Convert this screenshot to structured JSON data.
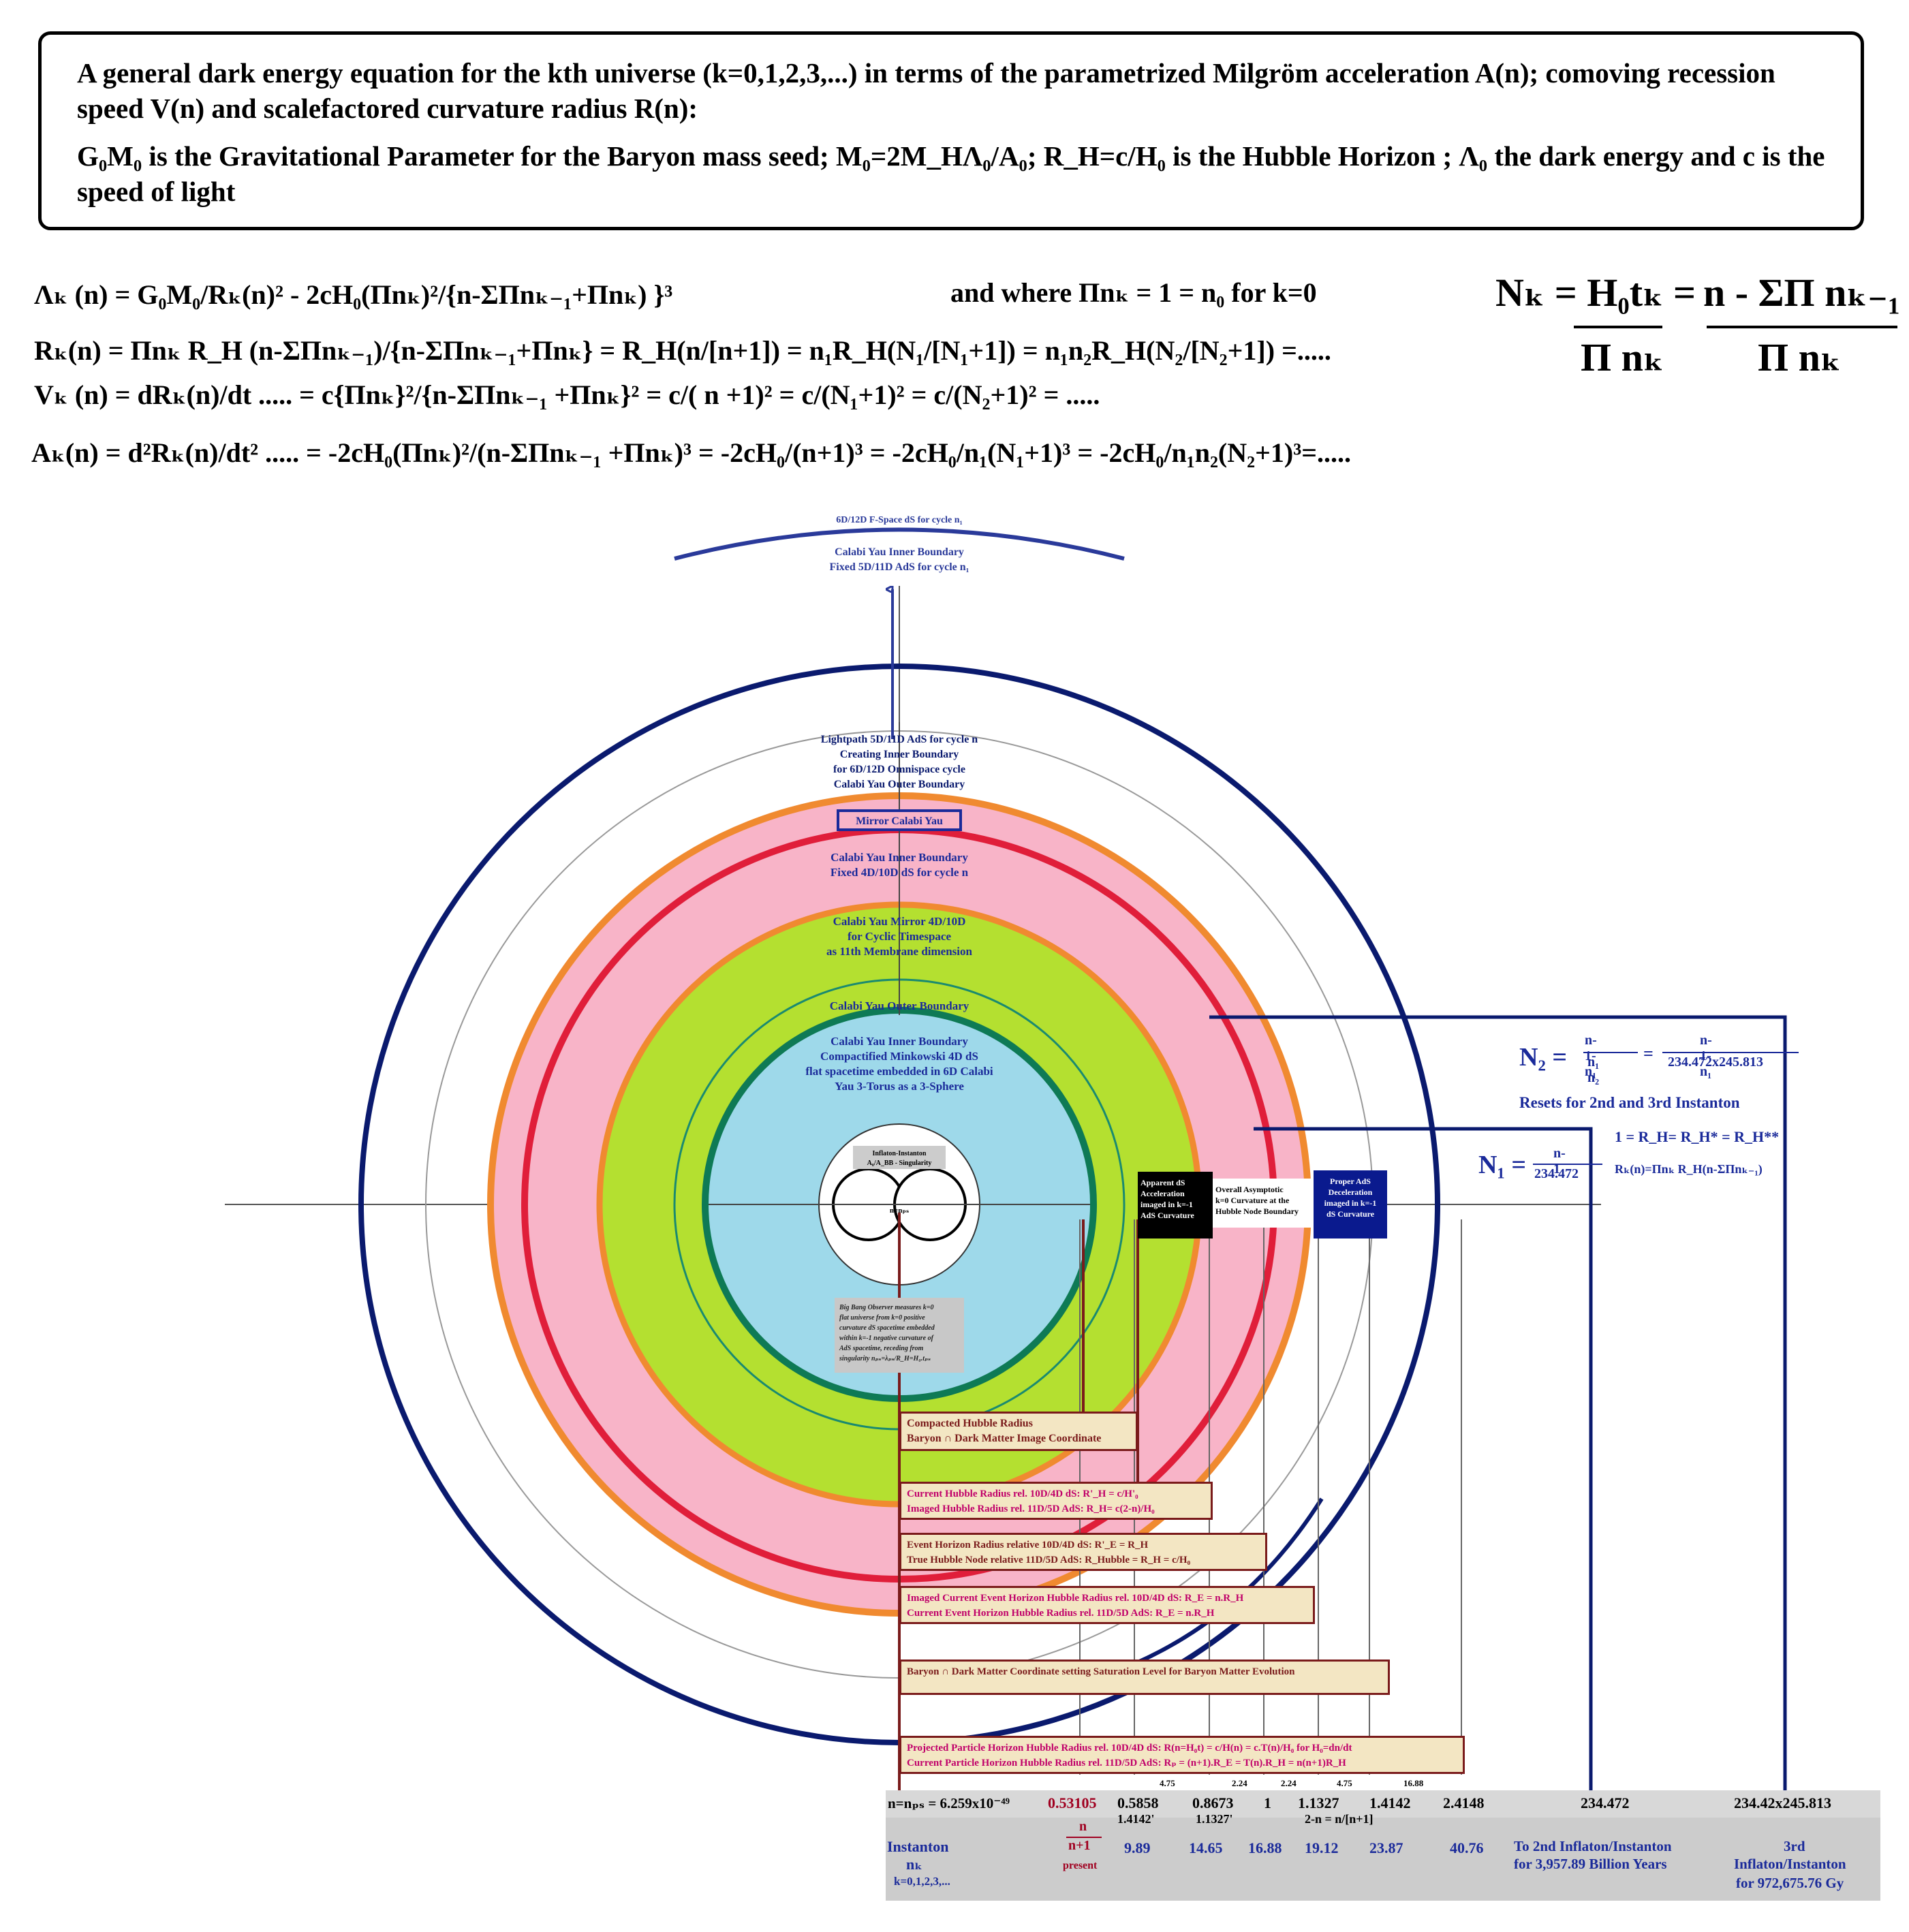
{
  "header": {
    "line1": "A general dark energy equation for the kth universe (k=0,1,2,3,...) in terms of the parametrized Milgröm acceleration A(n); comoving recession speed V(n) and scalefactored curvature radius R(n):",
    "line2": "G₀M₀ is the Gravitational Parameter for the Baryon mass seed; M₀=2M_HΛ₀/A₀; R_H=c/H₀ is the Hubble Horizon ; Λ₀ the dark energy and c is the speed of light"
  },
  "equations": {
    "lambda": "Λₖ (n) = G₀M₀/Rₖ(n)² - 2cH₀(Πnₖ)²/{n-ΣΠnₖ₋₁+Πnₖ) }³",
    "where": "and where  Πnₖ = 1 = n₀ for k=0",
    "R": "Rₖ(n) = Πnₖ R_H (n-ΣΠnₖ₋₁)/{n-ΣΠnₖ₋₁+Πnₖ} = R_H(n/[n+1]) = n₁R_H(N₁/[N₁+1]) = n₁n₂R_H(N₂/[N₂+1]) =.....",
    "V": "Vₖ (n) = dRₖ(n)/dt ..... = c{Πnₖ}²/{n-ΣΠnₖ₋₁ +Πnₖ}² = c/( n +1)² = c/(N₁+1)² = c/(N₂+1)² = .....",
    "A": "Aₖ(n) = d²Rₖ(n)/dt² ..... = -2cH₀(Πnₖ)²/(n-ΣΠnₖ₋₁ +Πnₖ)³ = -2cH₀/(n+1)³ = -2cH₀/n₁(N₁+1)³ = -2cH₀/n₁n₂(N₂+1)³=.....",
    "Nk_left": "Nₖ = H₀tₖ =",
    "Nk_num": "n - ΣΠ nₖ₋₁",
    "Nk_den": "Π nₖ",
    "Nk_den2": "Π nₖ"
  },
  "diagram": {
    "top_label1": "6D/12D F-Space dS for cycle n₁",
    "top_label2": "Calabi Yau Inner Boundary",
    "top_label3": "Fixed 5D/11D AdS for cycle n₁",
    "lightpath": [
      "Lightpath 5D/11D AdS for cycle n",
      "Creating Inner Boundary",
      "for 6D/12D Omnispace cycle",
      "Calabi Yau Outer Boundary"
    ],
    "mirror": "Mirror Calabi Yau",
    "cy_inner_fixed": [
      "Calabi Yau Inner Boundary",
      "Fixed 4D/10D dS for cycle n"
    ],
    "cy_mirror": [
      "Calabi Yau Mirror 4D/10D",
      "for Cyclic  Timespace",
      "as 11th Membrane dimension"
    ],
    "cy_outer": "Calabi Yau Outer Boundary",
    "cy_inner_compact": [
      "Calabi Yau Inner Boundary",
      "Compactified Minkowski 4D dS",
      "flat spacetime embedded in 6D Calabi",
      "Yau 3-Torus as a 3-Sphere"
    ],
    "instanton_label": [
      "Inflaton-Instanton",
      "A₀/A_BB - Singularity"
    ],
    "nps": "n=nₚₛ",
    "observer": [
      "Big Bang Observer measures k=0",
      "flat universe from k=0 positive",
      "curvature dS spacetime embedded",
      "within k=-1 negative curvature of",
      "AdS spacetime, receding from",
      "singularity nₚₛ=λₚₛ/R_H=H₀.tₚₛ"
    ],
    "apparent": [
      "Apparent  dS",
      "Acceleration",
      "imaged in k=-1",
      "AdS Curvature"
    ],
    "overall": [
      "Overall Asymptotic",
      "k=0 Curvature at the",
      "Hubble Node Boundary"
    ],
    "proper": [
      "Proper AdS",
      "Deceleration",
      "imaged in k=-1",
      "dS Curvature"
    ]
  },
  "bars": [
    {
      "l1": "Compacted Hubble Radius",
      "l2": "Baryon  ∩ Dark Matter Image Coordinate"
    },
    {
      "l1": "Current Hubble Radius rel. 10D/4D dS:     R'_H = c/H'₀",
      "l2": "Imaged  Hubble Radius rel. 11D/5D AdS:   R_H= c(2-n)/H₀"
    },
    {
      "l1": "Event Horizon Radius relative 10D/4D dS:          R'_E =  R_H",
      "l2": "True Hubble Node relative 11D/5D AdS:   R_Hubble = R_H = c/H₀"
    },
    {
      "l1": "Imaged Current Event Horizon Hubble Radius rel. 10D/4D dS:    R_E =   n.R_H",
      "l2": "Current Event Horizon Hubble Radius rel. 11D/5D AdS:    R_E =   n.R_H"
    },
    {
      "l1": "Baryon ∩ Dark Matter Coordinate setting Saturation Level for Baryon Matter Evolution",
      "l2": ""
    },
    {
      "l1": "Projected Particle Horizon Hubble Radius rel. 10D/4D dS:    R(n=H₀t) = c/H(n) = c.T(n)/H₀ for H₀=dn/dt",
      "l2": "Current Particle Horizon Hubble Radius rel. 11D/5D AdS:      Rₚ = (n+1).R_E = T(n).R_H = n(n+1)R_H"
    }
  ],
  "right_panel": {
    "N2_lhs": "N₂ =",
    "N2_num1": "n-1-n₁",
    "N2_den1": "n₁ n₂",
    "N2_num2": "n-1-n₁",
    "N2_den2": "234.472x245.813",
    "resets": "Resets for 2nd and 3rd Instanton",
    "identity": "1 = R_H= R_H* = R_H**",
    "N1_lhs": "N₁ =",
    "N1_num": "n-1",
    "N1_den": "234.472",
    "Rk": "Rₖ(n)=Πnₖ R_H(n-ΣΠnₖ₋₁)"
  },
  "scale_small": [
    "4.75",
    "2.24",
    "2.24",
    "4.75",
    "16.88"
  ],
  "table": {
    "nps": "n=nₚₛ = 6.259x10⁻⁴⁹",
    "v1": "0.53105",
    "values": [
      "0.5858",
      "0.8673",
      "1",
      "1.1327",
      "1.4142",
      "2.4148"
    ],
    "sub1": "1.4142'",
    "sub2": "1.1327'",
    "nform": "2-n = n/[n+1]",
    "v234": "234.472",
    "vprod": "234.42x245.813",
    "inst1": "Instanton",
    "inst2": "nₖ",
    "inst3": "k=0,1,2,3,...",
    "frac_num": "n",
    "frac_den": "n+1",
    "present": "present",
    "bottom": [
      "9.89",
      "14.65",
      "16.88",
      "19.12",
      "23.87",
      "40.76"
    ],
    "to2nd": "To 2nd Inflaton/Instanton",
    "to2nd_b": "for 3,957.89 Billion Years",
    "third": "3rd",
    "third_b": "Inflaton/Instanton",
    "third_c": "for 972,675.76 Gy"
  }
}
